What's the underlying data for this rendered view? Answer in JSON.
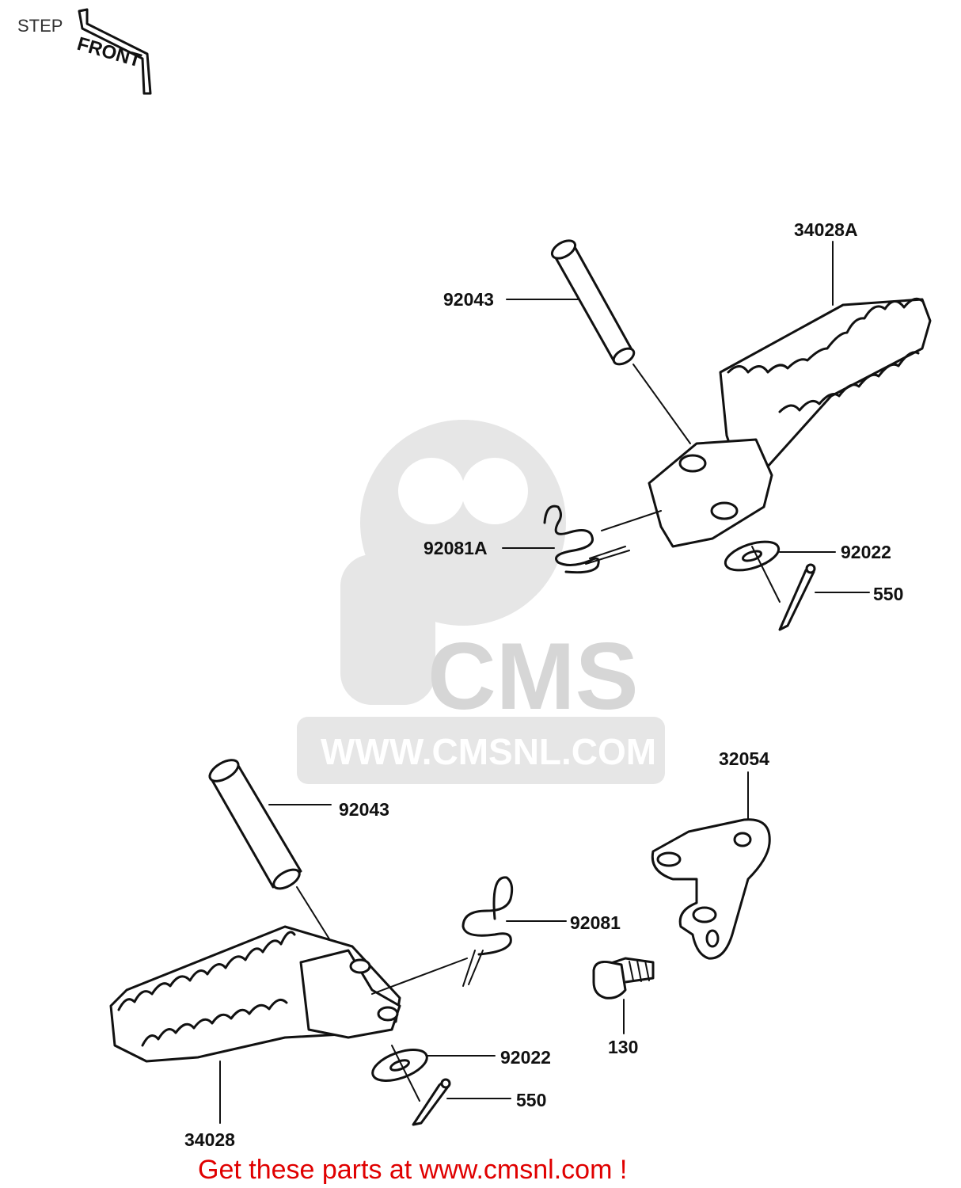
{
  "title": "STEP",
  "front_mark": "FRONT",
  "watermark": {
    "logo_text": "CMS",
    "url_text": "WWW.CMSNL.COM"
  },
  "labels": {
    "step_right": "34028A",
    "pin_top": "92043",
    "spring_right": "92081A",
    "washer_right": "92022",
    "cotter_right": "550",
    "bracket": "32054",
    "pin_bottom": "92043",
    "spring_left": "92081",
    "bolt": "130",
    "washer_left": "92022",
    "cotter_left": "550",
    "step_left": "34028"
  },
  "footer_text": "Get these parts at www.cmsnl.com !",
  "colors": {
    "line": "#111111",
    "footer": "#e00000",
    "watermark": "#e0e0e0"
  }
}
